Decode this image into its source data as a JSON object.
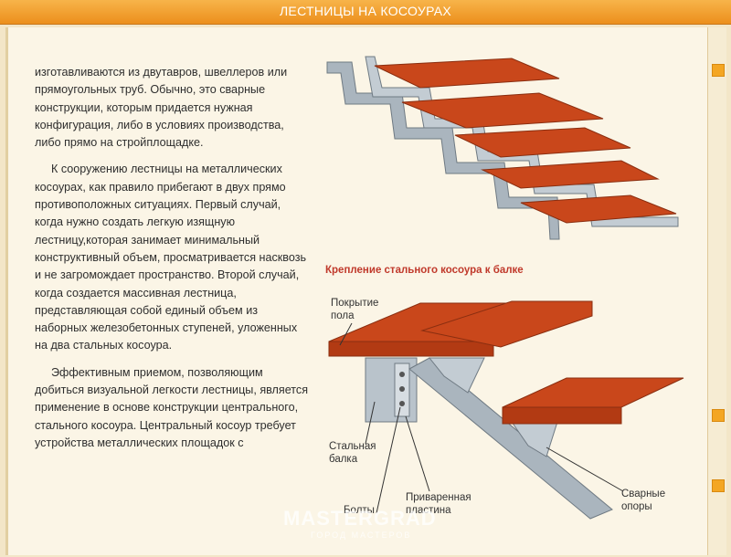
{
  "header": {
    "title": "ЛЕСТНИЦЫ НА КОСОУРАХ"
  },
  "body_text": [
    "изготавливаются из двутавров, швеллеров или прямоугольных труб. Обычно, это сварные конструкции, которым придается нужная конфигурация, либо в условиях производства, либо прямо на стройплощадке.",
    "К сооружению лестницы на металлических косоурах, как правило прибегают в двух прямо противоположных ситуациях. Первый случай, когда нужно создать легкую изящную лестницу,которая занимает минимальный конструктивный объем, просматривается насквозь и не загромождает пространство. Второй случай, когда создается массивная лестница, представляющая собой единый объем из наборных железобетонных ступеней, уложенных на два стальных косоура.",
    "Эффективным приемом, позволяющим добиться визуальной легкости лестницы, является применение в основе конструкции центрального, стального косоура. Центральный косоур требует устройства металлических площадок с"
  ],
  "diagram": {
    "caption": "Крепление стального косоура к балке",
    "labels": {
      "floor_covering": "Покрытие пола",
      "steel_beam": "Стальная балка",
      "bolts": "Болты",
      "welded_plate": "Приваренная пластина",
      "weld_supports": "Сварные опоры"
    }
  },
  "watermark": {
    "main": "MASTERGRAD",
    "sub": "ГОРОД МАСТЕРОВ"
  },
  "colors": {
    "header": "#ec8f1c",
    "wood": "#c9471b",
    "steel": "#b9c3cb",
    "caption": "#c0392b"
  }
}
